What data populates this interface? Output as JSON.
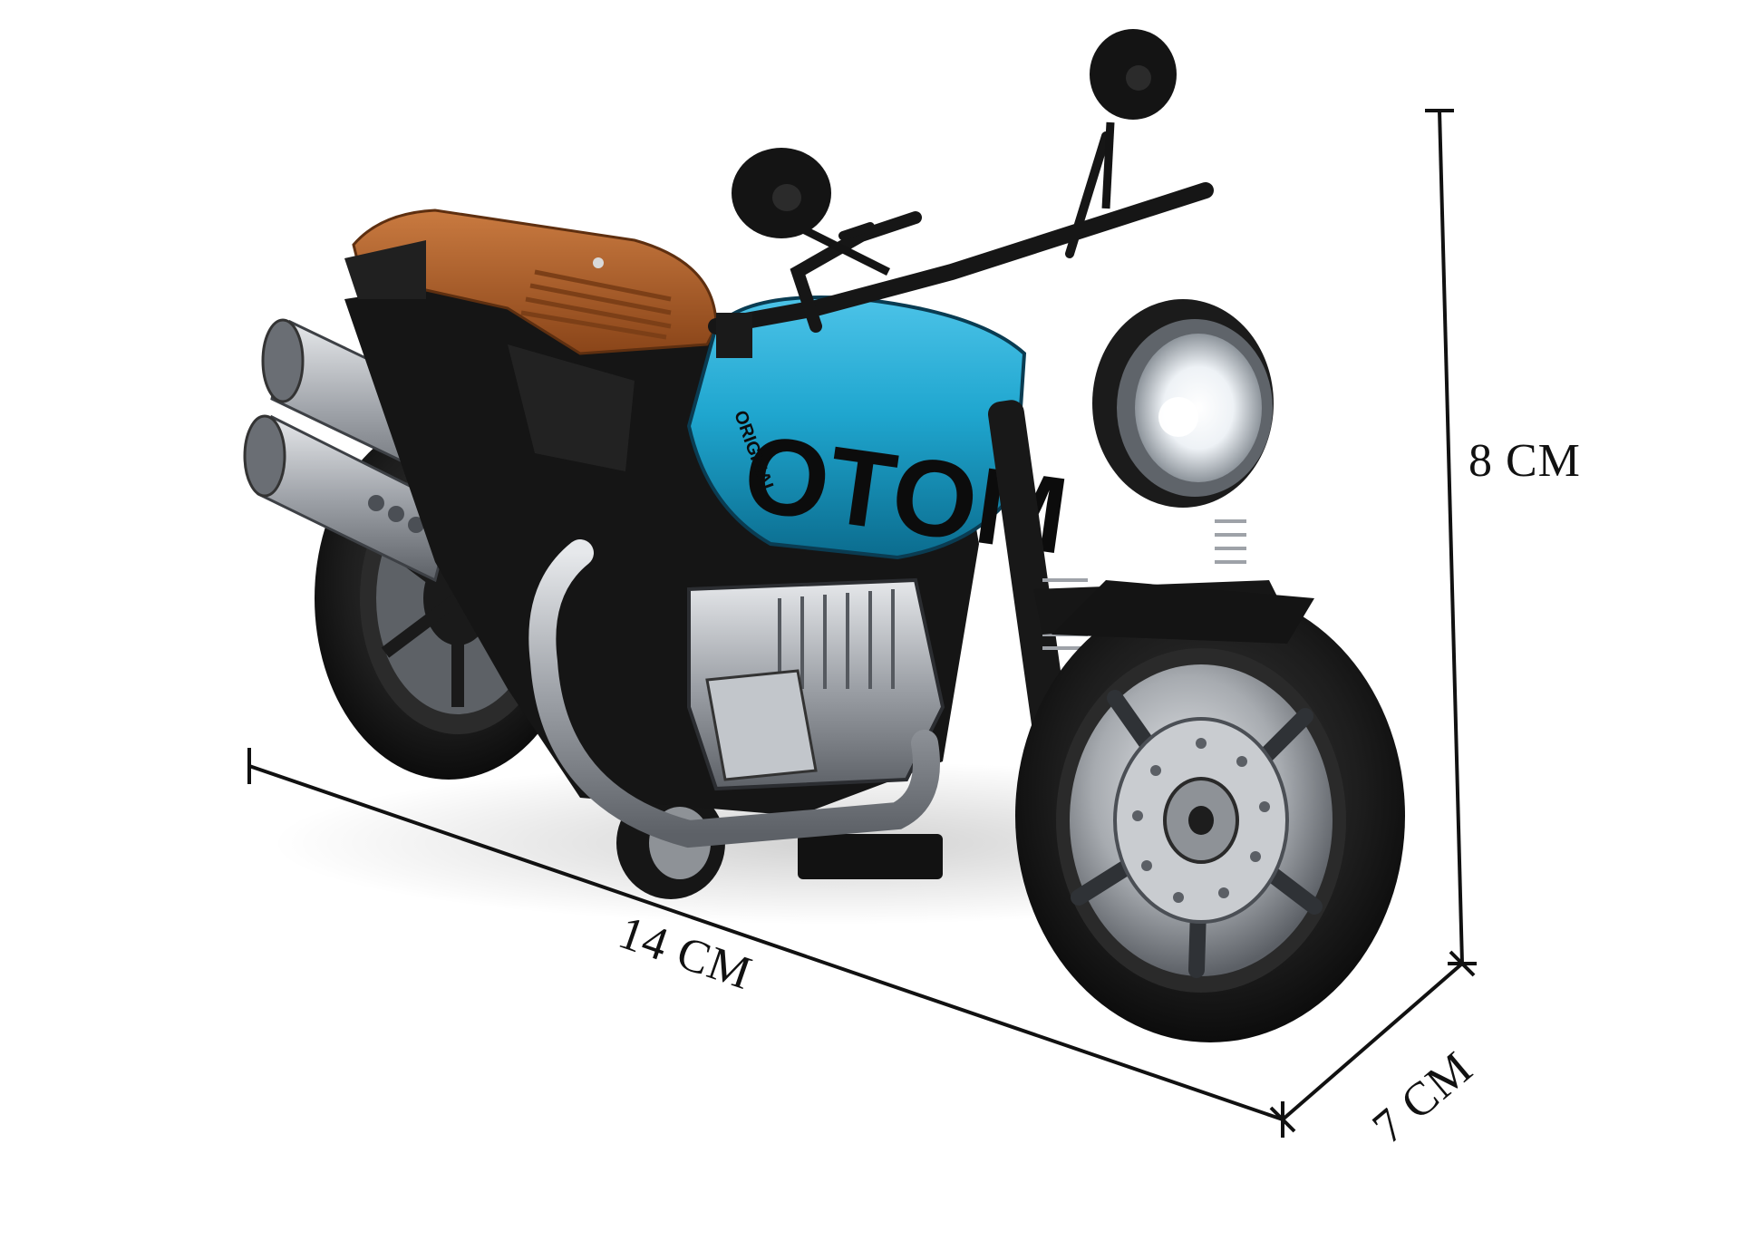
{
  "image": {
    "subject": "toy-motorcycle-product-photo",
    "background_color": "#ffffff"
  },
  "bike": {
    "tank_lettering": "OTOM",
    "tank_small_lettering": "ORIGINAL",
    "colors": {
      "tank": "#1fa6cf",
      "tank_shadow": "#0b6c8e",
      "seat": "#b5652e",
      "seat_dark": "#7c3f17",
      "frame": "#141414",
      "chrome": "#b9bdc2",
      "chrome_dark": "#6d7177",
      "tire": "#1a1a1a",
      "headlight": "#f4f7fa"
    }
  },
  "dimensions": {
    "length_label": "14 CM",
    "height_label": "8 CM",
    "width_label": "7 CM",
    "line_color": "#111111"
  }
}
